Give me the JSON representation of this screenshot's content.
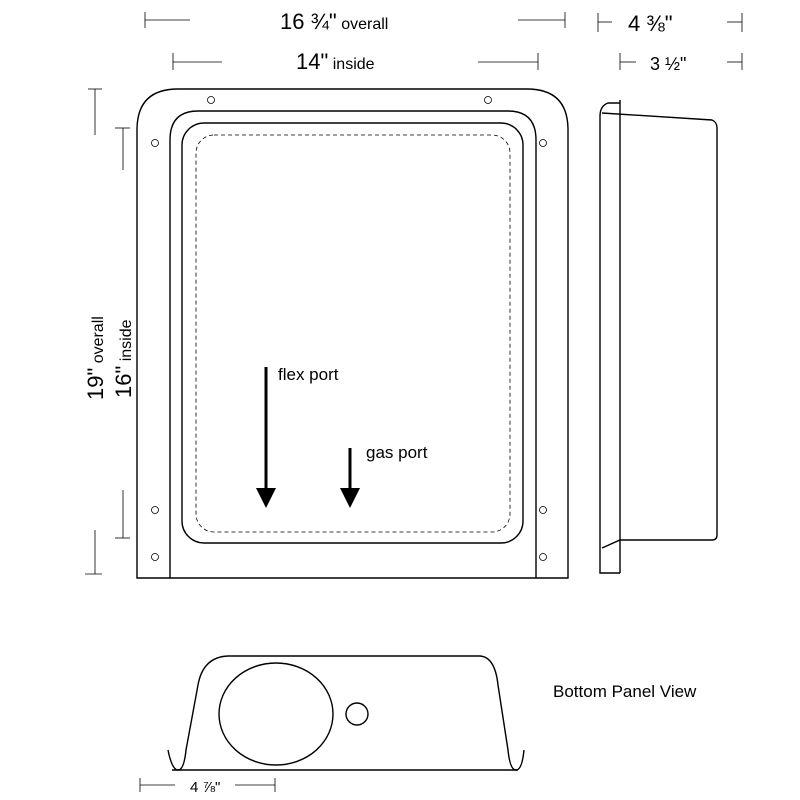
{
  "dimensions": {
    "width_overall_value": "16 ¾\"",
    "width_overall_label": "overall",
    "width_inside_value": "14\"",
    "width_inside_label": "inside",
    "depth_overall": "4 ⅜\"",
    "depth_inside": "3 ½\"",
    "height_overall_value": "19\"",
    "height_overall_label": "overall",
    "height_inside_value": "16\"",
    "height_inside_label": "inside",
    "bottom_offset": "4 ⅞\""
  },
  "labels": {
    "flex_port": "flex port",
    "gas_port": "gas port",
    "bottom_panel_view": "Bottom Panel View"
  }
}
